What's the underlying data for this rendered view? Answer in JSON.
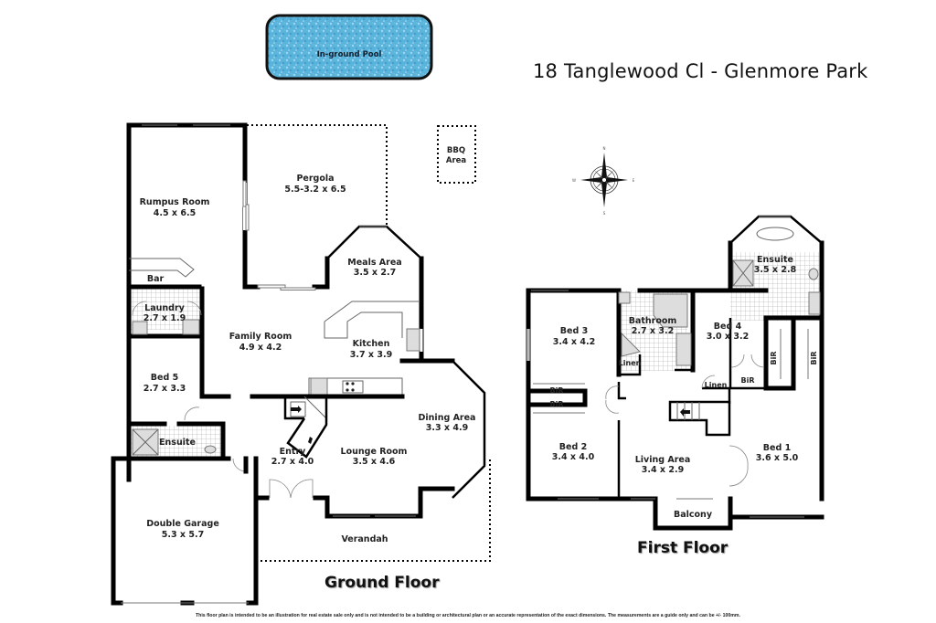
{
  "title": "18 Tanglewood Cl - Glenmore Park",
  "pool": {
    "label": "In-ground Pool",
    "color": "#5ab3db"
  },
  "bbq": {
    "label_line1": "BBQ",
    "label_line2": "Area"
  },
  "compass": {
    "icon": "compass-rose-icon",
    "n": "N",
    "s": "S",
    "e": "E",
    "w": "W"
  },
  "ground_floor": {
    "label": "Ground Floor",
    "rooms": {
      "rumpus": {
        "name": "Rumpus Room",
        "dims": "4.5 x 6.5"
      },
      "pergola": {
        "name": "Pergola",
        "dims": "5.5-3.2 x 6.5"
      },
      "bar": {
        "name": "Bar"
      },
      "meals": {
        "name": "Meals Area",
        "dims": "3.5 x 2.7"
      },
      "laundry": {
        "name": "Laundry",
        "dims": "2.7 x 1.9"
      },
      "family": {
        "name": "Family Room",
        "dims": "4.9 x 4.2"
      },
      "kitchen": {
        "name": "Kitchen",
        "dims": "3.7 x 3.9"
      },
      "bed5": {
        "name": "Bed 5",
        "dims": "2.7 x 3.3"
      },
      "dining": {
        "name": "Dining Area",
        "dims": "3.3 x 4.9"
      },
      "ensuite": {
        "name": "Ensuite"
      },
      "entry": {
        "name": "Entry",
        "dims": "2.7 x 4.0"
      },
      "lounge": {
        "name": "Lounge Room",
        "dims": "3.5 x 4.6"
      },
      "garage": {
        "name": "Double Garage",
        "dims": "5.3 x 5.7"
      },
      "verandah": {
        "name": "Verandah"
      }
    }
  },
  "first_floor": {
    "label": "First Floor",
    "rooms": {
      "ensuite": {
        "name": "Ensuite",
        "dims": "3.5 x 2.8"
      },
      "bed3": {
        "name": "Bed 3",
        "dims": "3.4 x 4.2"
      },
      "bathroom": {
        "name": "Bathroom",
        "dims": "2.7 x 3.2"
      },
      "bed4": {
        "name": "Bed 4",
        "dims": "3.0 x 3.2"
      },
      "linen1": {
        "name": "Linen"
      },
      "linen2": {
        "name": "Linen"
      },
      "bir_bed4": {
        "name": "BiR"
      },
      "bir_bed1a": {
        "name": "BiR"
      },
      "bir_bed1b": {
        "name": "BiR"
      },
      "bir_bed3": {
        "name": "BiR"
      },
      "bir_bed2": {
        "name": "BiR"
      },
      "bed2": {
        "name": "Bed 2",
        "dims": "3.4 x 4.0"
      },
      "living": {
        "name": "Living Area",
        "dims": "3.4 x 2.9"
      },
      "bed1": {
        "name": "Bed 1",
        "dims": "3.6 x 5.0"
      },
      "balcony": {
        "name": "Balcony"
      }
    }
  },
  "disclaimer": "This floor plan is intended to be an illustration for real estate sale only and is not intended to be a building or architectural plan or an accurate representation of the exact dimensions. The measurements are a guide only and can be +/- 100mm."
}
